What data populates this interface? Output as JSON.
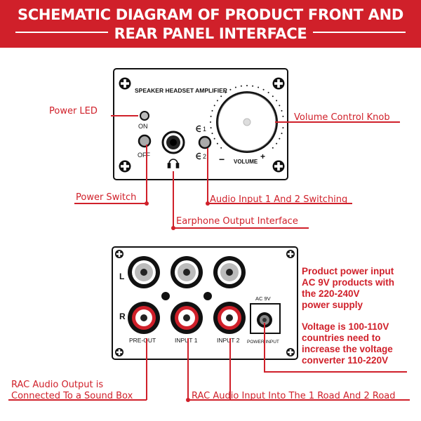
{
  "header": {
    "title_line1": "SCHEMATIC DIAGRAM OF PRODUCT FRONT AND",
    "title_line2": "REAR PANEL INTERFACE"
  },
  "front_panel": {
    "model_label": "SPEAKER HEADSET AMPLIFIER",
    "led_on_label": "ON",
    "switch_off_label": "OFF",
    "input1_label": "1",
    "input2_label": "2",
    "volume_label": "VOLUME",
    "volume_min_symbol": "−",
    "volume_max_symbol": "+"
  },
  "rear_panel": {
    "left_channel": "L",
    "right_channel": "R",
    "preout_label": "PRE-OUT",
    "input1_label": "INPUT 1",
    "input2_label": "INPUT 2",
    "ac_label": "AC  9V",
    "power_input_label": "POWER INPUT"
  },
  "callouts": {
    "power_led": "Power LED",
    "volume_knob": "Volume Control Knob",
    "power_switch": "Power Switch",
    "audio_switching": "Audio Input 1 And 2 Switching",
    "earphone_output": "Earphone Output Interface",
    "rac_output_line1": "RAC Audio Output is",
    "rac_output_line2": "Connected To a Sound Box",
    "rac_input": "RAC Audio Input Into The 1 Road And 2 Road"
  },
  "notes": {
    "power_input": [
      "Product  power input",
      "AC 9V products with",
      "the 220-240V",
      "power supply"
    ],
    "voltage": [
      "Voltage is 100-110V",
      "countries need  to",
      "increase  the  voltage",
      "converter 110-220V"
    ]
  },
  "colors": {
    "accent_red": "#d0202a",
    "panel_stroke": "#111111"
  }
}
